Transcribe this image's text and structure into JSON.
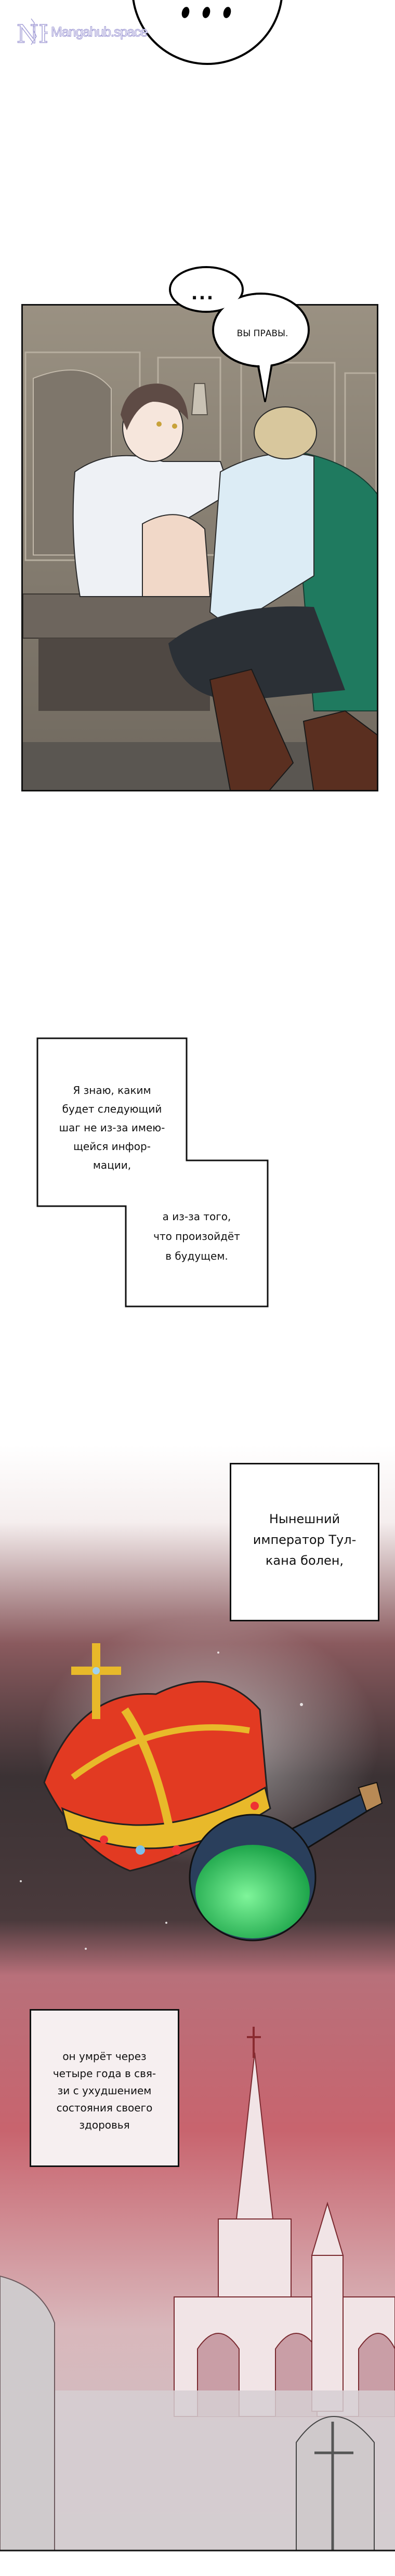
{
  "watermark": {
    "logo": "NH",
    "text": "Mangahub.space",
    "color": "#a7a2d8"
  },
  "top_bubble": {
    "text": "..."
  },
  "panel1": {
    "bubble": {
      "line1": "...",
      "line2": "ВЫ ПРАВЫ."
    }
  },
  "narration1": {
    "box_a": "Я знаю, каким\nбудет следующий\nшаг не из-за имею-\nщейся инфор-\nмации,",
    "box_b": "а из-за того,\nчто произойдёт\nв будущем."
  },
  "panel2": {
    "box_top": "Нынешний\nимператор Тул-\nкана болен,",
    "box_bottom": "он умрёт через\nчетыре года в свя-\nзи с ухудшением\nсостояния своего\nздоровья",
    "colors": {
      "sky_dark": "#3b3234",
      "sky_red": "#c0606a",
      "crown_red": "#e23a22",
      "gold": "#e8b92a",
      "potion_green": "#3fdc6a"
    }
  }
}
